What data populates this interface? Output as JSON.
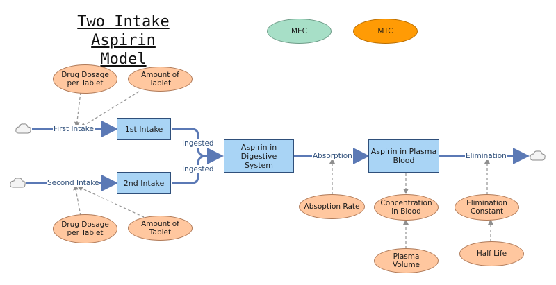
{
  "title": {
    "line1": "Two Intake",
    "line2": "Aspirin Model"
  },
  "legend": {
    "mec": {
      "label": "MEC",
      "color": "#a7dfc7"
    },
    "mtc": {
      "label": "MTC",
      "color": "#ff9b05"
    }
  },
  "colors": {
    "stock": "#a9d4f5",
    "variable": "#ffc79f",
    "flow": "#5b79b5",
    "link": "#9a9a9a"
  },
  "stocks": {
    "first_intake": "1st Intake",
    "second_intake": "2nd Intake",
    "digestive": "Aspirin in Digestive System",
    "plasma": "Aspirin in Plasma Blood"
  },
  "flows": {
    "first_intake": "First Intake",
    "second_intake": "Second Intake",
    "ingested_1": "Ingested",
    "ingested_2": "Ingested",
    "absorption": "Absorption",
    "elimination": "Elimination"
  },
  "variables": {
    "dosage_1": "Drug Dosage per Tablet",
    "amount_1": "Amount of Tablet",
    "dosage_2": "Drug Dosage per Tablet",
    "amount_2": "Amount of Tablet",
    "absorption_rate": "Absoption Rate",
    "concentration": "Concentration in Blood",
    "plasma_volume": "Plasma Volume",
    "elimination_constant": "Elimination Constant",
    "half_life": "Half Life"
  }
}
